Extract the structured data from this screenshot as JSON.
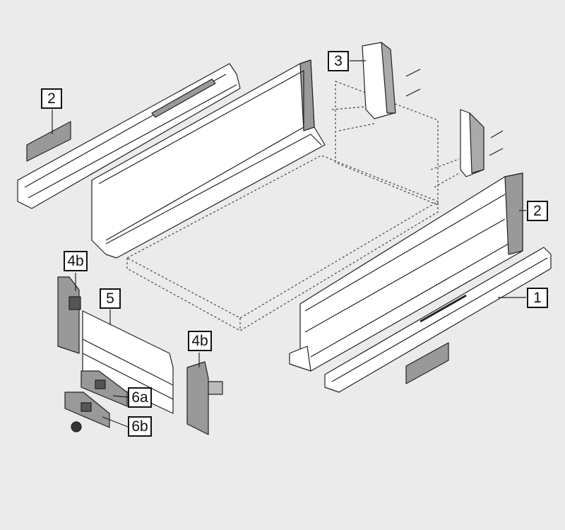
{
  "title": "Drawer assembly exploded view",
  "callouts": {
    "side_plate_left": "2",
    "rear_bracket": "3",
    "side_panel_right": "2",
    "runner": "1",
    "front_fixing_left": "4b",
    "front_panel": "5",
    "front_fixing_mid": "4b",
    "clip_a": "6a",
    "clip_b": "6b"
  },
  "colors": {
    "background": "#ebebeb",
    "part_fill": "#ffffff",
    "part_gray": "#9a9a9a",
    "line": "#222222"
  }
}
